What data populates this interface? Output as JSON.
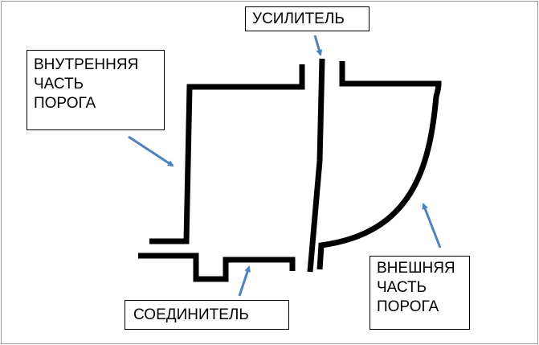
{
  "labels": {
    "reinforcement": "УСИЛИТЕЛЬ",
    "inner_part": [
      "ВНУТРЕННЯЯ",
      "ЧАСТЬ",
      "ПОРОГА"
    ],
    "connector": "СОЕДИНИТЕЛЬ",
    "outer_part": [
      "ВНЕШНЯЯ",
      "ЧАСТЬ",
      "ПОРОГА"
    ]
  },
  "colors": {
    "line": "#000000",
    "arrow": "#4f81bd"
  }
}
